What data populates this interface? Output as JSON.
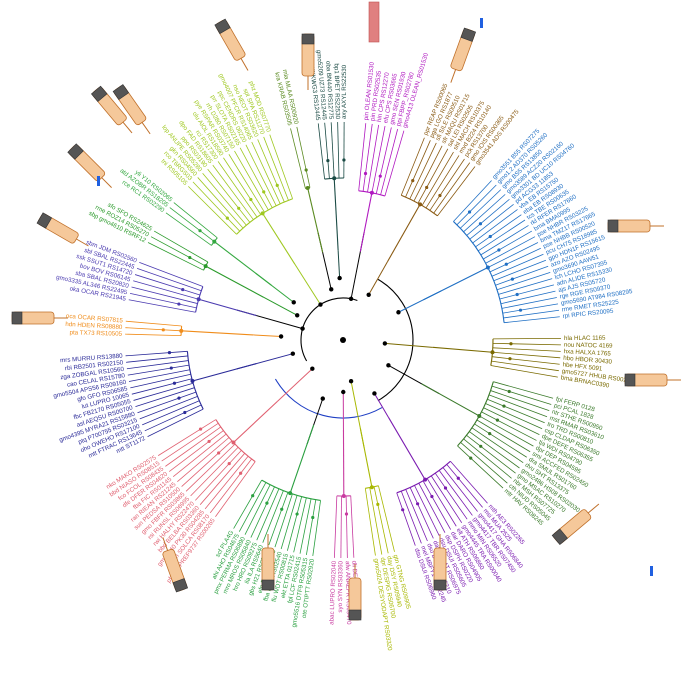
{
  "tree": {
    "clades": [
      {
        "id": "magenta",
        "color": "#b018c0",
        "leaves": [
          "pin OLEAN RS01530",
          "pin PRD RS02535",
          "hin CPS RS12270",
          "efu CPS RS03665",
          "gmo SEN RS01930",
          "ppi FBPP_RS02780",
          "gmo4413 OLEAN_RS01530"
        ]
      },
      {
        "id": "brown",
        "color": "#8a5a12",
        "leaves": [
          "ppr REAP RS00065",
          "pga LGO RS1877",
          "sfi SILE RS00510",
          "sfr MAQU RS01715",
          "sal LEI RS02505",
          "shl MACH RS10375",
          "mvd B224 RS10140",
          "pck RS13700",
          "gmo IOIS RS00365",
          "gmo3541 ADS RS00475"
        ]
      },
      {
        "id": "blue",
        "color": "#1f6fc4",
        "leaves": [
          "gmo3551 B55 RS07275",
          "gmo1.2 AD370 RS05260",
          "gmo BS5 RS13850",
          "gmo3589 ACZ20 RS02160",
          "gmo3301 BD UC10 RS04760",
          "pd ACG33 11853",
          "vba EB RS15750",
          "eba EB RS08930",
          "tcs TBE RS00635",
          "rkl RFER RS17660",
          "bma BMA0995",
          "pse NHBR RS03225",
          "bma TMZ17 RS17665",
          "pse NHBB RS00520",
          "pcu CH75 RS18985",
          "gpo HDN1F RS15615",
          "azo AZO RS02495",
          "gmo3690 AAW51",
          "lch LCHO RS07395",
          "adn ALIDE RS15330",
          "ajs AJS RS05720",
          "rge RGE RS09370",
          "gmo5690 AT984 RS08295",
          "rme RMET RS25225",
          "rpi RPIC RS20095"
        ]
      },
      {
        "id": "olive",
        "color": "#7a6a00",
        "leaves": [
          "hla HLAC 1165",
          "nou NATOC 4169",
          "hxa HALXA 1765",
          "hbo HBOR 30430",
          "hbe HFX 5091",
          "gmo5727 HHUB RS00225",
          "bma BRNAC0390"
        ]
      },
      {
        "id": "darkgreen",
        "color": "#3a7a2a",
        "leaves": [
          "fpl FERP 0128",
          "pci PCAL 1828",
          "ntr STHE RS00950",
          "mst RMAR RS03610",
          "tro TRD RS00810",
          "csp CLDAP RS06350",
          "dpe DEFE RS06355",
          "tja WDI RS04790",
          "dpr DEP RS04595",
          "smi ACCFED RS02450",
          "dra SMUL RS01760",
          "dvu SHT RS13375",
          "gmo2486 HS08 RS02030",
          "gmo MSAC RS10270",
          "nbr MSH RS07725",
          "cth NIUD RS05045",
          "mtr HAV RS08245"
        ]
      },
      {
        "id": "purple2",
        "color": "#7a1ab0",
        "leaves": [
          "mth AE3 RS02265",
          "msi MUA 2525",
          "gmo4417 GHA RS06840",
          "gmo4417 TBR RS07450",
          "mmo MIN RS06520",
          "gmo4445 TRA RS00040",
          "elt ATH RS06860",
          "dar DARO RS04905",
          "dsp DSPH RS0220",
          "dsu DSUI RS05605",
          "dat DADAT RS06975",
          "dsu DSUI RS16210",
          "mel MBFY1 RS12245",
          "dsu DSUI RS06960"
        ]
      },
      {
        "id": "yellowgreen",
        "color": "#a8b800",
        "leaves": [
          "gtn GTNG RS09905",
          "day DSY RS09940",
          "dpr DESPIG RS06700",
          "gmo5024 DESYODAPT RS03320"
        ]
      },
      {
        "id": "pink",
        "color": "#c83aa0",
        "leaves": [
          "dli DESTI RS02160",
          "afw ANAEFR RS09470",
          "syo SYN RS03360",
          "abac LUPRO RS02040"
        ]
      },
      {
        "id": "green",
        "color": "#2aa040",
        "leaves": [
          "ote OTIPTT RS02920",
          "gmo5516 DTF9 RS05315",
          "fpl LCF RS02415",
          "ekt ETTA 01715",
          "flu WDT RS00815",
          "fba FBIA RS02540",
          "efn ETRA 01715",
          "gbs H21 RS02910",
          "ila ILA RS5640",
          "hro HRO RS09275",
          "mro MROS RS05840",
          "pmx PERMA RS06890",
          "ahi AHO RS04675",
          "scf PLA4G"
        ]
      },
      {
        "id": "salmon",
        "color": "#e06070",
        "leaves": [
          "pfn HMPREF9737 RS00265",
          "scn SOLCA RS08170",
          "gmo4240 PK30 RS04285",
          "bbd BELBA RS03360",
          "rwi HALHY RS22470",
          "rsi RUNSL RS06995",
          "gmo FBFR RS03865",
          "sun PEDSA RS10500",
          "ran RIEAN RS21245",
          "fba FIC RS01145",
          "dfe DFER RS04620",
          "fco FCOL RS08435",
          "bbd NIASO RS08515",
          "nko MAKO RS02575"
        ]
      },
      {
        "id": "navy",
        "color": "#2a2a98",
        "leaves": [
          "mtt ST1172",
          "mtt FTRAC RS13645",
          "oho OWEHO RS17100",
          "ptq P700755 RS03215",
          "gmo4395 MYRA21 RS15880",
          "asl AEQSU RS00700",
          "fbc FB2170 RS05055",
          "lut LUPRO 10065",
          "gfo GFO RS06585",
          "gmo5504 APS56 RS09160",
          "cao CELAL RS15780",
          "zga ZOBGAL RS10560",
          "rbi RB2501 RS02150",
          "mrs MURRU RS13880"
        ]
      },
      {
        "id": "orange",
        "color": "#f08c1a",
        "leaves": [
          "pta TX73 RS10505",
          "hdn HDEN RS08880",
          "oca OCAR RS07815"
        ]
      },
      {
        "id": "indigo",
        "color": "#4a3ab0",
        "leaves": [
          "oka OCAR RS21945",
          "gmo3335 AL346 RS22495",
          "sba SBAL RS20820",
          "bov BOV RS06145",
          "ssk SSUT1 RS14720",
          "sbl SBAL RS22445",
          "sbm JDM RS02560"
        ]
      },
      {
        "id": "green2",
        "color": "#2a9a2a",
        "leaves": [
          "sbp gmo4610 RSRF12",
          "rme ROZ14 RS05270",
          "sfo SFO RS24625"
        ]
      },
      {
        "id": "green3",
        "color": "#34a840",
        "leaves": [
          "rce RC1 RS02290",
          "atd AZOBR RS18205",
          "yli Y10 RS02065"
        ]
      },
      {
        "id": "yellowgreen2",
        "color": "#9fc820",
        "leaves": [
          "tni RS05105",
          "rco T6RGS03",
          "gkn RS04560",
          "lop ANUPE RS05280",
          "ppo RS03190",
          "dpo FAD RS18605",
          "rci RS17300",
          "olu AIOL RS18590",
          "pye RSPAR RS03740",
          "rrh D280 RS07150",
          "prr SLOTA RS02165",
          "ppc CENDRS 06220",
          "gmo4007 PFCR RS14065",
          "nso NEOT RS03620",
          "spt SPA RS11270",
          "phz MOD RS07770"
        ]
      },
      {
        "id": "olivegreen",
        "color": "#5a8a20",
        "leaves": [
          "kra KRAB RS03505",
          "mla MLAA RS00920"
        ]
      },
      {
        "id": "darkteal",
        "color": "#1a4a44",
        "leaves": [
          "gmo6507 KXKWG3 RS12445",
          "gmo5209 UZ73 RS12445",
          "oba BN440 RS12775",
          "bp1 BPET RS22530",
          "axy AXYL RS22530"
        ]
      }
    ]
  },
  "decor": {
    "cylinder_fill": "#f5c89a",
    "cylinder_stroke": "#c0702a",
    "red_bar": "#e08080",
    "highlight_blue": "#2060e0"
  }
}
